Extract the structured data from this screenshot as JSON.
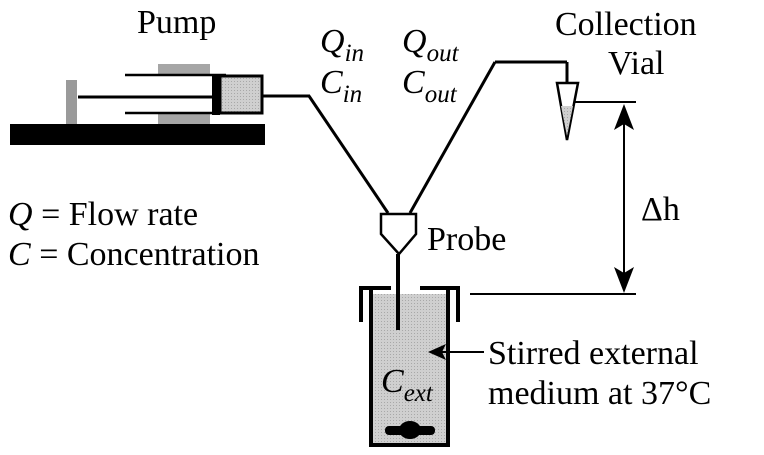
{
  "labels": {
    "pump": "Pump",
    "q_in_main": "Q",
    "q_in_sub": "in",
    "c_in_main": "C",
    "c_in_sub": "in",
    "q_out_main": "Q",
    "q_out_sub": "out",
    "c_out_main": "C",
    "c_out_sub": "out",
    "collection_line1": "Collection",
    "collection_line2": "Vial",
    "delta_h": "Δh",
    "probe": "Probe",
    "c_ext_main": "C",
    "c_ext_sub": "ext",
    "medium_line1": "Stirred external",
    "medium_line2": "medium at 37°C"
  },
  "legend": {
    "q_symbol": "Q",
    "q_text": " = Flow rate",
    "c_symbol": "C",
    "c_text": " = Concentration"
  },
  "colors": {
    "ink": "#000000",
    "fill_gray": "#c8c8c8",
    "clamp_gray": "#a0a0a0",
    "background": "#ffffff"
  }
}
